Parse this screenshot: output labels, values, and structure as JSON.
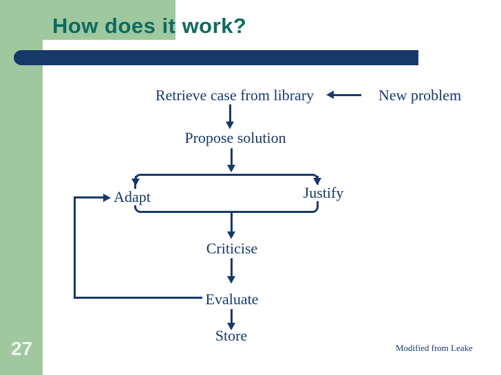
{
  "slide": {
    "title": "How does it work?",
    "page_number": "27",
    "credit": "Modified from Leake"
  },
  "diagram": {
    "nodes": {
      "retrieve": "Retrieve case from library",
      "new_problem": "New problem",
      "propose": "Propose solution",
      "adapt": "Adapt",
      "justify": "Justify",
      "criticise": "Criticise",
      "evaluate": "Evaluate",
      "store": "Store"
    }
  },
  "colors": {
    "green": "#9FC89F",
    "navy": "#17396A",
    "teal": "#0E6A5F",
    "page_number": "#EFF6EF"
  }
}
